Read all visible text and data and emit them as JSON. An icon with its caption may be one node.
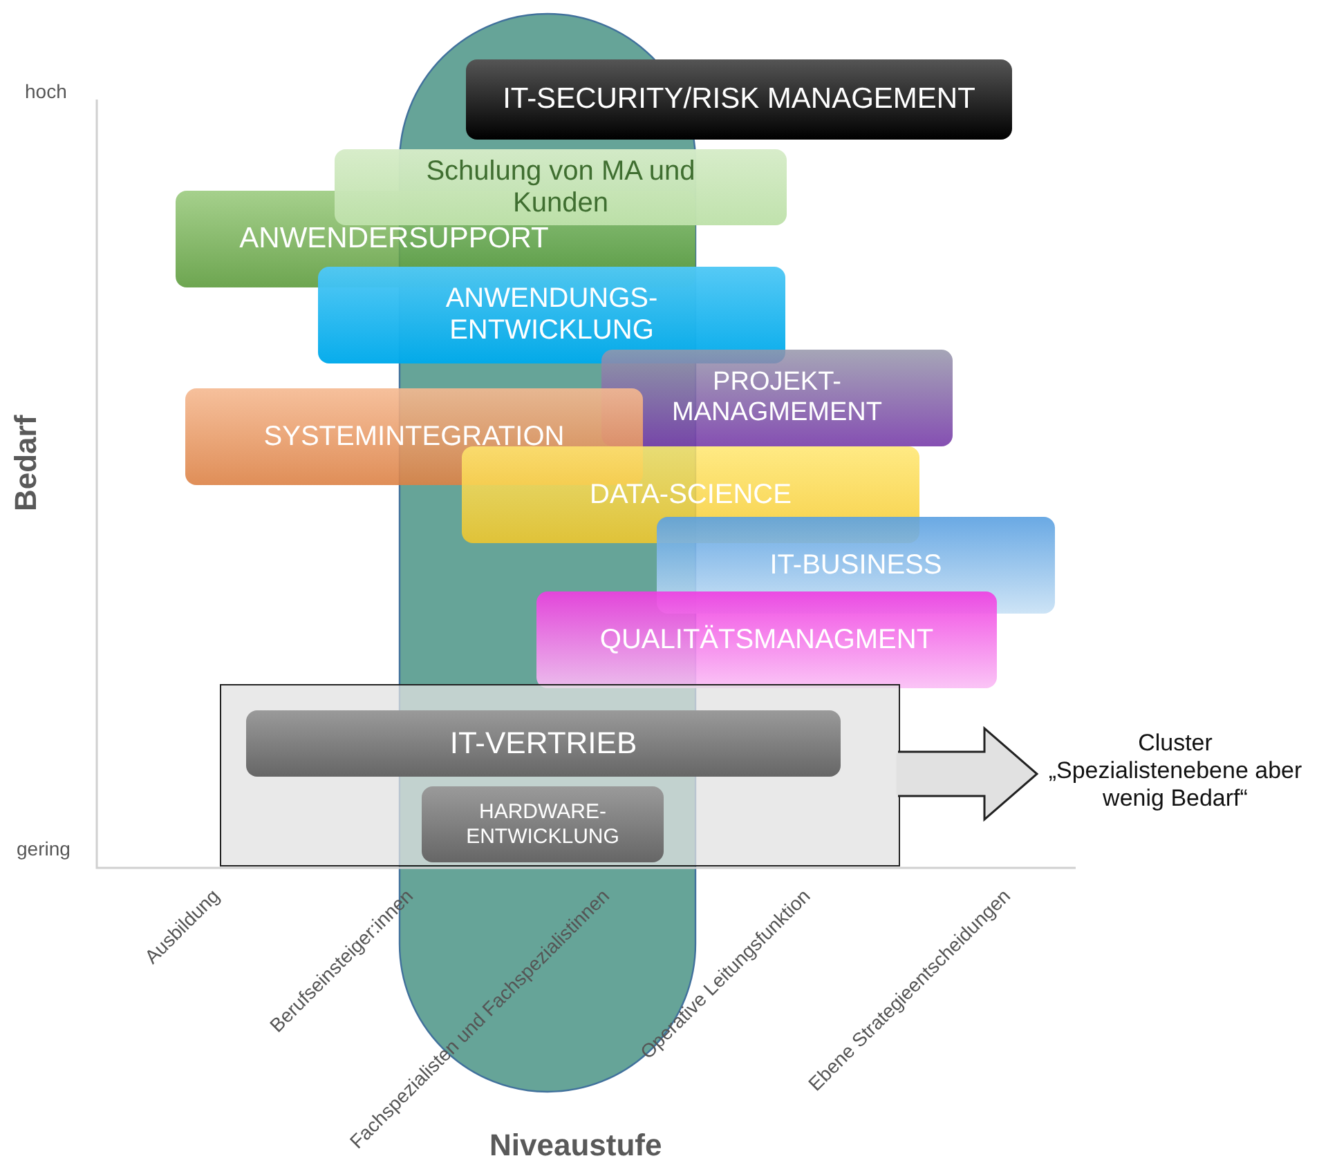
{
  "diagram": {
    "nodes": [
      {
        "text": [
          "IT-SECURITY/RISK MANAGEMENT"
        ]
      },
      {
        "text": [
          "Schulung von MA und Kunden"
        ]
      },
      {
        "text": [
          "ANWENDERSUPPORT"
        ]
      },
      {
        "text": [
          "ANWENDUNGS-ENTWICKLUNG"
        ]
      },
      {
        "text": [
          "PROJEKT-MANAGMEMENT"
        ]
      },
      {
        "text": [
          "SYSTEMINTEGRATION"
        ]
      },
      {
        "text": [
          "DATA-SCIENCE"
        ]
      },
      {
        "text": [
          "IT-BUSINESS"
        ]
      },
      {
        "text": [
          "QUALITÄTSMANAGMENT"
        ]
      },
      {
        "text": [],
        "shape": "box"
      },
      {
        "text": [
          "IT-VERTRIEB"
        ],
        "in": 9
      },
      {
        "text": [
          "HARDWARE-ENTWICKLUNG"
        ],
        "in": 9
      },
      {
        "text": [
          "Cluster „Spezialistenebene aber wenig Bedarf“"
        ]
      }
    ],
    "edges": [
      {
        "from": 9,
        "to": 12,
        "arrow": "to"
      }
    ],
    "labels": [
      "hoch",
      "Bedarf",
      "gering",
      "Ausbildung",
      "Berufseinsteiger:innen",
      "Fachspezialisten und Fachspezialistinnen",
      "Operative Leitungsfunktion",
      "Ebene Strategieentscheidungen",
      "Niveaustufe"
    ]
  }
}
